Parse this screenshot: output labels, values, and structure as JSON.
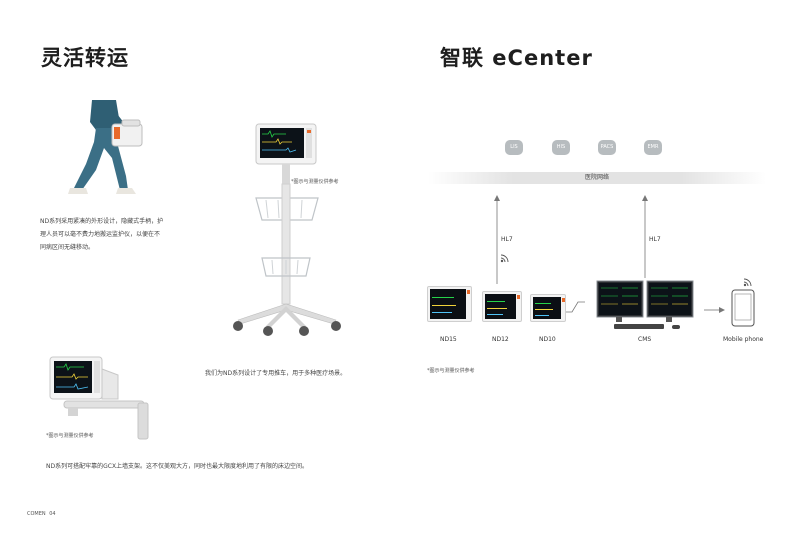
{
  "left": {
    "heading": "灵活转运",
    "para1_lines": [
      "ND系列采用紧凑的外形设计，隐藏式手柄，护",
      "理人员可以毫不费力地搬运监护仪，以便在不",
      "同病区间无缝移动。"
    ],
    "cart_note": "*图示与测量仪供参考",
    "cart_caption": "我们为ND系列设计了专用推车，用于多种医疗场景。",
    "arm_note": "*图示与测量仪供参考",
    "arm_caption": "ND系列可搭配牢靠的GCX上墙支架。这不仅美观大方，同时也最大限度地利用了有限的床边空间。"
  },
  "right": {
    "heading": "智联 eCenter",
    "systems": [
      "LIS",
      "HIS",
      "PACS",
      "EMR"
    ],
    "network_label": "医院网络",
    "hl7_left": "HL7",
    "hl7_right": "HL7",
    "devices": [
      "ND15",
      "ND12",
      "ND10",
      "CMS",
      "Mobile phone"
    ],
    "note": "*图示与测量仪供参考"
  },
  "footer": {
    "brand": "COMEN",
    "page": "04"
  },
  "colors": {
    "accent_orange": "#e86a2a",
    "system_box": "#b7bcbf",
    "network_bar": "#e3e3e3"
  }
}
